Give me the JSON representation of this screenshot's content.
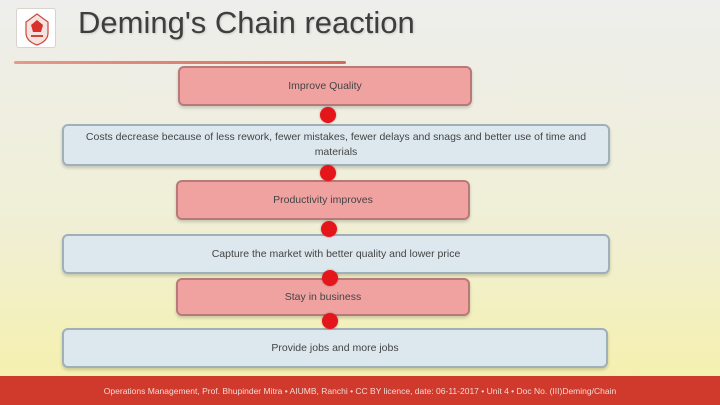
{
  "slide": {
    "title": "Deming's Chain reaction",
    "logo_icon": "university-crest-icon",
    "accent_color": "#e4161c",
    "red_box_color": "#f0a2a1",
    "blue_box_color": "#dde8ee",
    "footer_color": "#cf3a2c"
  },
  "chain": [
    {
      "label": "Improve Quality",
      "style": "red"
    },
    {
      "label": "Costs decrease because of less rework, fewer mistakes, fewer delays and snags and better use of time and materials",
      "style": "blue"
    },
    {
      "label": "Productivity improves",
      "style": "red"
    },
    {
      "label": "Capture the market with better quality and lower price",
      "style": "blue"
    },
    {
      "label": "Stay in business",
      "style": "red"
    },
    {
      "label": "Provide jobs and more jobs",
      "style": "blue"
    }
  ],
  "footer": {
    "text": "Operations Management, Prof. Bhupinder Mitra • AIUMB, Ranchi • CC BY licence, date: 06-11-2017 • Unit 4 • Doc No. (III)Deming/Chain"
  }
}
